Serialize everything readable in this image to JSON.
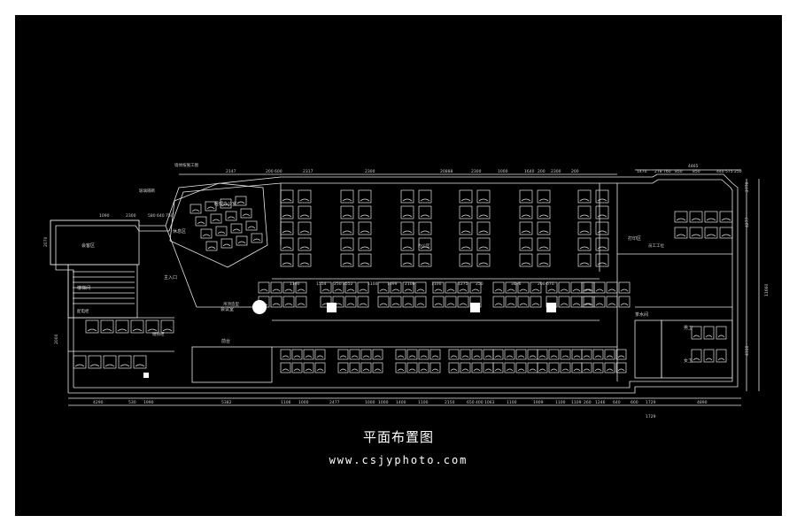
{
  "drawing": {
    "title": "平面布置图",
    "website": "www.csjyphoto.com",
    "colors": {
      "frame": "#000000",
      "lines": "#e6e6e6",
      "page": "#ffffff"
    }
  },
  "dimensions": {
    "top": [
      "2147",
      "200 600",
      "2317",
      "2300",
      "20888",
      "2300",
      "1000",
      "1640",
      "200",
      "2300",
      "200",
      "1470",
      "278 760",
      "850",
      "850",
      "440 575 250",
      "4465"
    ],
    "bottom": [
      "4290",
      "530",
      "1990",
      "5382",
      "1106",
      "1000",
      "2477",
      "1000",
      "1000",
      "1400",
      "1100",
      "2150",
      "650 400",
      "1063",
      "1100",
      "1909",
      "1100",
      "1109",
      "260",
      "1246",
      "640",
      "600",
      "1729",
      "4890",
      "1729"
    ],
    "middle": [
      "1100",
      "1554",
      "250 2552",
      "1100",
      "2100",
      "1100",
      "1275",
      "250",
      "3496",
      "200 670",
      "1099"
    ],
    "right": [
      "11660",
      "4277",
      "4310",
      "2770"
    ],
    "left": [
      "2070",
      "2000",
      "1090",
      "2300",
      "580 640 750"
    ]
  },
  "rooms": {
    "top_left_annex": "会客区",
    "manager_office": "经理办公室",
    "lounge": "休息区",
    "entry": "主入口",
    "reception": "前台",
    "meeting": "会议室",
    "stair": "楼梯间",
    "restroom_m": "男卫",
    "restroom_w": "女卫",
    "pantry": "茶水间",
    "printer": "打印区"
  },
  "annotations": [
    "墙体按施工图",
    "玻璃隔断",
    "吊顶造型",
    "配电柜",
    "储物柜",
    "办公区",
    "员工工位"
  ]
}
